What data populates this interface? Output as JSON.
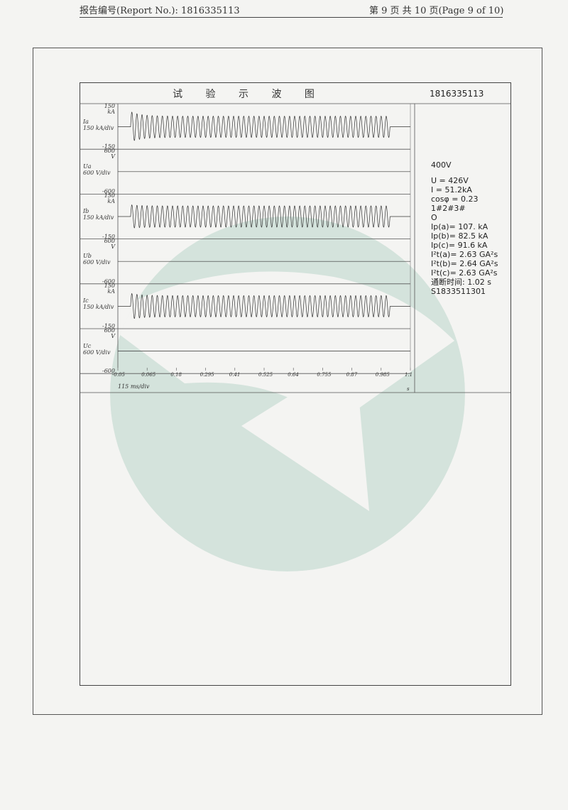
{
  "header": {
    "report_no": "报告编号(Report No.):   1816335113",
    "page": "第 9 页 共 10 页(Page 9 of 10)"
  },
  "title": "试 验 示 波 图",
  "report_id": "1816335113",
  "channels": [
    {
      "name": "Ia",
      "unit_div": "150 kA/div",
      "top": "150",
      "unit": "kA",
      "bottom": "-150"
    },
    {
      "name": "Ua",
      "unit_div": "600 V/div",
      "top": "600",
      "unit": "V",
      "bottom": "-600"
    },
    {
      "name": "Ib",
      "unit_div": "150 kA/div",
      "top": "150",
      "unit": "kA",
      "bottom": "-150"
    },
    {
      "name": "Ub",
      "unit_div": "600 V/div",
      "top": "600",
      "unit": "V",
      "bottom": "-600"
    },
    {
      "name": "Ic",
      "unit_div": "150 kA/div",
      "top": "150",
      "unit": "kA",
      "bottom": "-150"
    },
    {
      "name": "Uc",
      "unit_div": "600 V/div",
      "top": "600",
      "unit": "V",
      "bottom": "-600"
    }
  ],
  "x_axis": {
    "ticks": [
      "-0.05",
      "0.065",
      "0.18",
      "0.295",
      "0.41",
      "0.525",
      "0.64",
      "0.755",
      "0.87",
      "0.985",
      "1.1"
    ],
    "unit_div": "115 ms/div",
    "unit": "s"
  },
  "info": {
    "voltage": "400V",
    "U": "U = 426V",
    "I": "I = 51.2kA",
    "cos": "cosφ = 0.23",
    "mark": "1#2#3#",
    "op": "O",
    "ipa": "Ip(a)= 107. kA",
    "ipb": "Ip(b)= 82.5 kA",
    "ipc": "Ip(c)= 91.6 kA",
    "i2ta": "I²t(a)= 2.63 GA²s",
    "i2tb": "I²t(b)= 2.64 GA²s",
    "i2tc": "I²t(c)= 2.63 GA²s",
    "time": "通断时间: 1.02 s",
    "code": "S1833511301"
  },
  "chart_data": {
    "type": "line",
    "title": "试 验 示 波 图",
    "xlabel": "115 ms/div",
    "x_unit": "s",
    "xlim": [
      -0.05,
      1.1
    ],
    "series": [
      {
        "name": "Ia",
        "start": 0.0,
        "end": 1.02,
        "peak": 107,
        "steady": 75,
        "ylim": [
          -150,
          150
        ]
      },
      {
        "name": "Ua",
        "start": 0.0,
        "end": 1.02,
        "peak": 0,
        "steady": 0,
        "ylim": [
          -600,
          600
        ]
      },
      {
        "name": "Ib",
        "start": 0.0,
        "end": 1.02,
        "peak": 82.5,
        "steady": 75,
        "ylim": [
          -150,
          150
        ]
      },
      {
        "name": "Ub",
        "start": 0.0,
        "end": 1.02,
        "peak": 0,
        "steady": 0,
        "ylim": [
          -600,
          600
        ]
      },
      {
        "name": "Ic",
        "start": 0.0,
        "end": 1.02,
        "peak": 91.6,
        "steady": 75,
        "ylim": [
          -150,
          150
        ]
      },
      {
        "name": "Uc",
        "start": 0.0,
        "end": 1.02,
        "peak": 0,
        "steady": 0,
        "ylim": [
          -600,
          600
        ]
      }
    ],
    "frequency_hz": 50
  }
}
